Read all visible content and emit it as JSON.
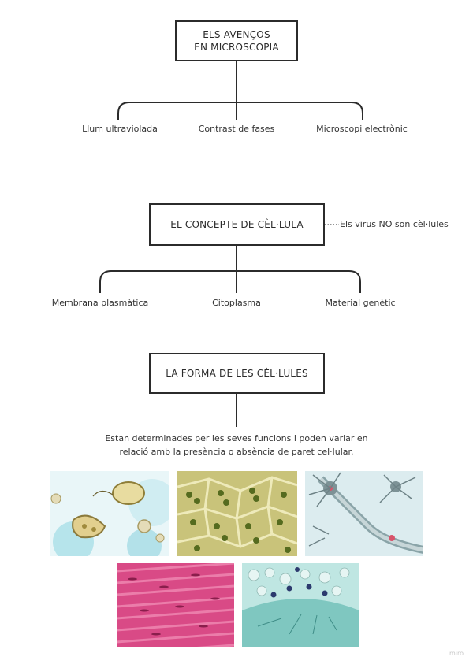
{
  "section1": {
    "title_line1": "ELS AVENÇOS",
    "title_line2": "EN MICROSCOPIA",
    "branches": [
      "Llum ultraviolada",
      "Contrast de fases",
      "Microscopi electrònic"
    ]
  },
  "section2": {
    "title": "EL CONCEPTE DE CÈL·LULA",
    "note": "Els virus NO son cèl·lules",
    "branches": [
      "Membrana plasmàtica",
      "Citoplasma",
      "Material genètic"
    ]
  },
  "section3": {
    "title": "LA FORMA DE LES CÈL·LULES",
    "description_line1": "Estan determinades per les seves funcions i poden variar en",
    "description_line2": "relació amb la presència o absència de paret cel·lular."
  },
  "images": [
    {
      "icon": "protozoa-micrograph"
    },
    {
      "icon": "plant-cells-micrograph"
    },
    {
      "icon": "neuron-micrograph"
    },
    {
      "icon": "muscle-tissue-micrograph"
    },
    {
      "icon": "stem-section-micrograph"
    }
  ],
  "brand": "miro"
}
